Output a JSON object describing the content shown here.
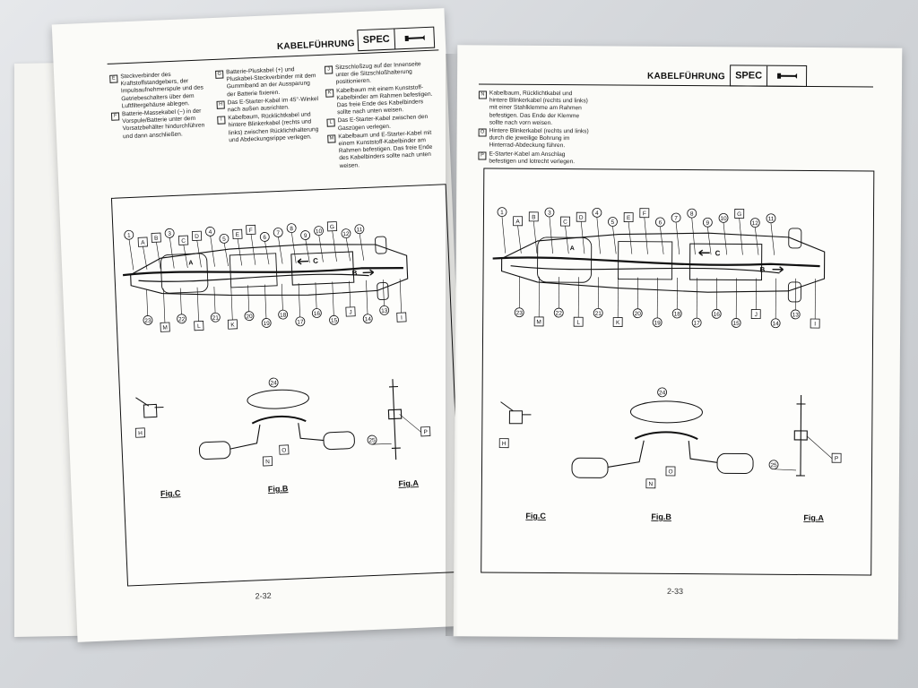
{
  "header": {
    "title": "KABELFÜHRUNG",
    "spec_label": "SPEC",
    "spec_icon": "wrench-icon"
  },
  "left_page": {
    "page_number": "2-32",
    "col1": [
      {
        "letter": "E",
        "text": "Steckverbinder des Kraftstoffstandgebers, der Impulsaufnehmerspule und des Getriebeschalters über dem Luftfiltergehäuse ablegen."
      },
      {
        "letter": "F",
        "text": "Batterie-Massekabel (−) in der Vorspule/Batterie unter dem Vorsatzbehälter hindurchführen und dann anschließen."
      }
    ],
    "col2": [
      {
        "letter": "G",
        "text": "Batterie-Pluskabel (+) und Pluskabel-Steckverbinder mit dem Gummiband an der Aussparung der Batterie fixieren."
      },
      {
        "letter": "H",
        "text": "Das E-Starter-Kabel im 45°-Winkel nach außen ausrichten."
      },
      {
        "letter": "I",
        "text": "Kabelbaum, Rücklichtkabel und hintere Blinkerkabel (rechts und links) zwischen Rücklichthalterung und Abdeckungsrippe verlegen."
      }
    ],
    "col3": [
      {
        "letter": "J",
        "text": "Sitzschloßzug auf der Innenseite unter die Sitzschloßhalterung positionieren."
      },
      {
        "letter": "K",
        "text": "Kabelbaum mit einem Kunststoff-Kabelbinder am Rahmen befestigen. Das freie Ende des Kabelbinders sollte nach unten weisen."
      },
      {
        "letter": "L",
        "text": "Das E-Starter-Kabel zwischen den Gaszügen verlegen."
      },
      {
        "letter": "M",
        "text": "Kabelbaum und E-Starter-Kabel mit einem Kunststoff-Kabelbinder am Rahmen befestigen. Das freie Ende des Kabelbinders sollte nach unten weisen."
      }
    ]
  },
  "right_page": {
    "page_number": "2-33",
    "col1": [
      {
        "letter": "N",
        "text": "Kabelbaum, Rücklichtkabel und hintere Blinkerkabel (rechts und links) mit einer Stahlklemme am Rahmen befestigen. Das Ende der Klemme sollte nach vorn weisen."
      },
      {
        "letter": "O",
        "text": "Hintere Blinkerkabel (rechts und links) durch die jeweilige Bohrung im Hinterrad-Abdeckung führen."
      },
      {
        "letter": "P",
        "text": "E-Starter-Kabel am Anschlag befestigen und lotrecht verlegen."
      }
    ]
  },
  "diagram": {
    "top_callouts": [
      "1",
      "A",
      "B",
      "3",
      "C",
      "D",
      "4",
      "5",
      "E",
      "F",
      "6",
      "7",
      "8",
      "9",
      "10",
      "G",
      "12",
      "11"
    ],
    "bottom_callouts": [
      "23",
      "M",
      "22",
      "L",
      "21",
      "K",
      "20",
      "19",
      "18",
      "17",
      "16",
      "15",
      "J",
      "14",
      "13",
      "I"
    ],
    "arrow_labels": [
      "C",
      "B"
    ],
    "marker_a": "A",
    "figures": [
      "Fig.C",
      "Fig.B",
      "Fig.A"
    ],
    "fig_c_callouts": [
      "H"
    ],
    "fig_b_callouts": [
      "24",
      "N",
      "O"
    ],
    "fig_a_callouts": [
      "P",
      "25"
    ]
  },
  "colors": {
    "ink": "#111111",
    "paper": "#fbfbf8",
    "background": "#cfd2d6"
  }
}
